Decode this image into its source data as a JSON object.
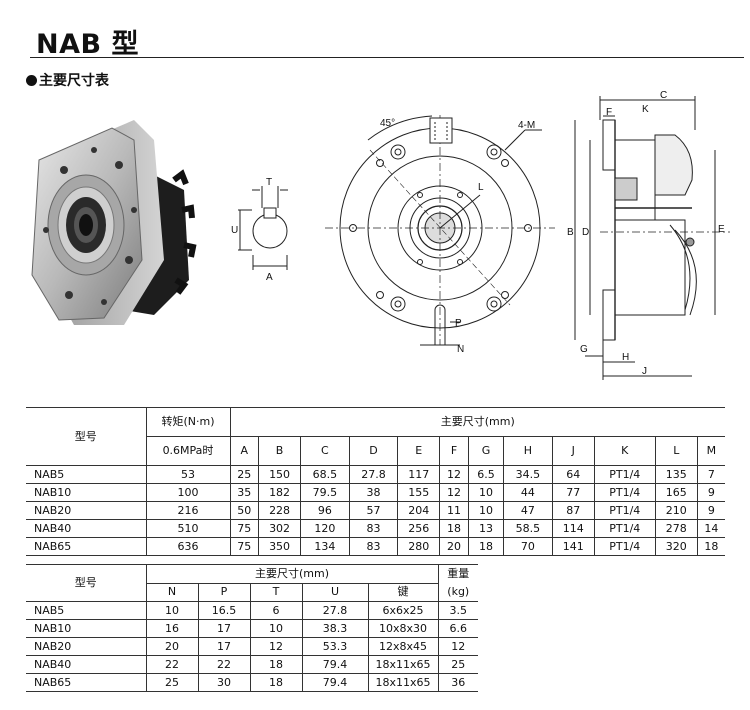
{
  "title": "NAB 型",
  "section_title": "主要尺寸表",
  "drawing_labels": {
    "angle": "45°",
    "holes": "4-M",
    "C": "C",
    "F": "F",
    "K": "K",
    "L": "L",
    "B": "B",
    "D": "D",
    "E": "E",
    "G": "G",
    "H": "H",
    "J": "J",
    "T": "T",
    "U": "U",
    "A": "A",
    "P": "P",
    "N": "N"
  },
  "table1": {
    "model_header": "型号",
    "torque_header": "转矩(N·m)",
    "torque_sub": "0.6MPa时",
    "dims_header": "主要尺寸(mm)",
    "columns": [
      "A",
      "B",
      "C",
      "D",
      "E",
      "F",
      "G",
      "H",
      "J",
      "K",
      "L",
      "M"
    ],
    "rows": [
      {
        "model": "NAB5",
        "torque": "53",
        "vals": [
          "25",
          "150",
          "68.5",
          "27.8",
          "117",
          "12",
          "6.5",
          "34.5",
          "64",
          "PT1/4",
          "135",
          "7"
        ]
      },
      {
        "model": "NAB10",
        "torque": "100",
        "vals": [
          "35",
          "182",
          "79.5",
          "38",
          "155",
          "12",
          "10",
          "44",
          "77",
          "PT1/4",
          "165",
          "9"
        ]
      },
      {
        "model": "NAB20",
        "torque": "216",
        "vals": [
          "50",
          "228",
          "96",
          "57",
          "204",
          "11",
          "10",
          "47",
          "87",
          "PT1/4",
          "210",
          "9"
        ]
      },
      {
        "model": "NAB40",
        "torque": "510",
        "vals": [
          "75",
          "302",
          "120",
          "83",
          "256",
          "18",
          "13",
          "58.5",
          "114",
          "PT1/4",
          "278",
          "14"
        ]
      },
      {
        "model": "NAB65",
        "torque": "636",
        "vals": [
          "75",
          "350",
          "134",
          "83",
          "280",
          "20",
          "18",
          "70",
          "141",
          "PT1/4",
          "320",
          "18"
        ]
      }
    ]
  },
  "table2": {
    "model_header": "型号",
    "dims_header": "主要尺寸(mm)",
    "columns": [
      "N",
      "P",
      "T",
      "U",
      "键"
    ],
    "weight_header_1": "重量",
    "weight_header_2": "(kg)",
    "rows": [
      {
        "model": "NAB5",
        "vals": [
          "10",
          "16.5",
          "6",
          "27.8",
          "6x6x25"
        ],
        "weight": "3.5"
      },
      {
        "model": "NAB10",
        "vals": [
          "16",
          "17",
          "10",
          "38.3",
          "10x8x30"
        ],
        "weight": "6.6"
      },
      {
        "model": "NAB20",
        "vals": [
          "20",
          "17",
          "12",
          "53.3",
          "12x8x45"
        ],
        "weight": "12"
      },
      {
        "model": "NAB40",
        "vals": [
          "22",
          "22",
          "18",
          "79.4",
          "18x11x65"
        ],
        "weight": "25"
      },
      {
        "model": "NAB65",
        "vals": [
          "25",
          "30",
          "18",
          "79.4",
          "18x11x65"
        ],
        "weight": "36"
      }
    ]
  }
}
